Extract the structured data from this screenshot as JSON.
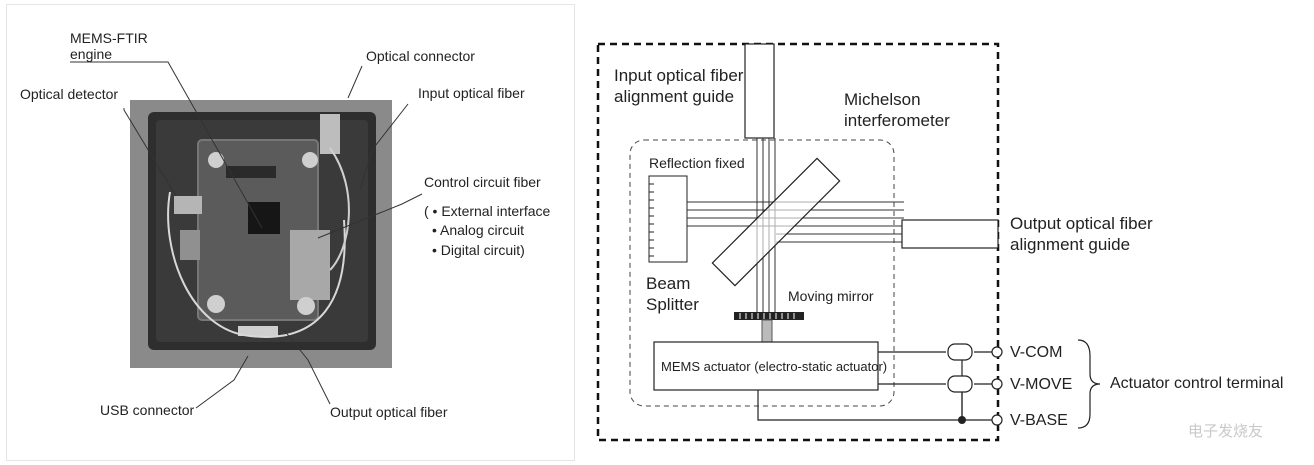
{
  "left_figure": {
    "labels": {
      "mems_ftir": "MEMS-FTIR",
      "engine": "engine",
      "optical_connector": "Optical connector",
      "optical_detector": "Optical detector",
      "input_optical_fiber": "Input optical fiber",
      "control_circuit_fiber": "Control circuit fiber",
      "external_interface": "( • External interface",
      "analog_circuit": "• Analog circuit",
      "digital_circuit": "• Digital circuit)",
      "usb_connector": "USB connector",
      "output_optical_fiber": "Output optical fiber"
    }
  },
  "right_figure": {
    "labels": {
      "input_guide_1": "Input optical fiber",
      "input_guide_2": "alignment guide",
      "michelson_1": "Michelson",
      "michelson_2": "interferometer",
      "reflection_fixed": "Reflection fixed",
      "beam": "Beam",
      "splitter": "Splitter",
      "moving_mirror": "Moving mirror",
      "output_guide_1": "Output optical fiber",
      "output_guide_2": "alignment guide",
      "mems_actuator": "MEMS actuator (electro-static actuator)",
      "v_com": "V-COM",
      "v_move": "V-MOVE",
      "v_base": "V-BASE",
      "actuator_terminal": "Actuator control terminal"
    }
  },
  "watermark": "电子发烧友"
}
